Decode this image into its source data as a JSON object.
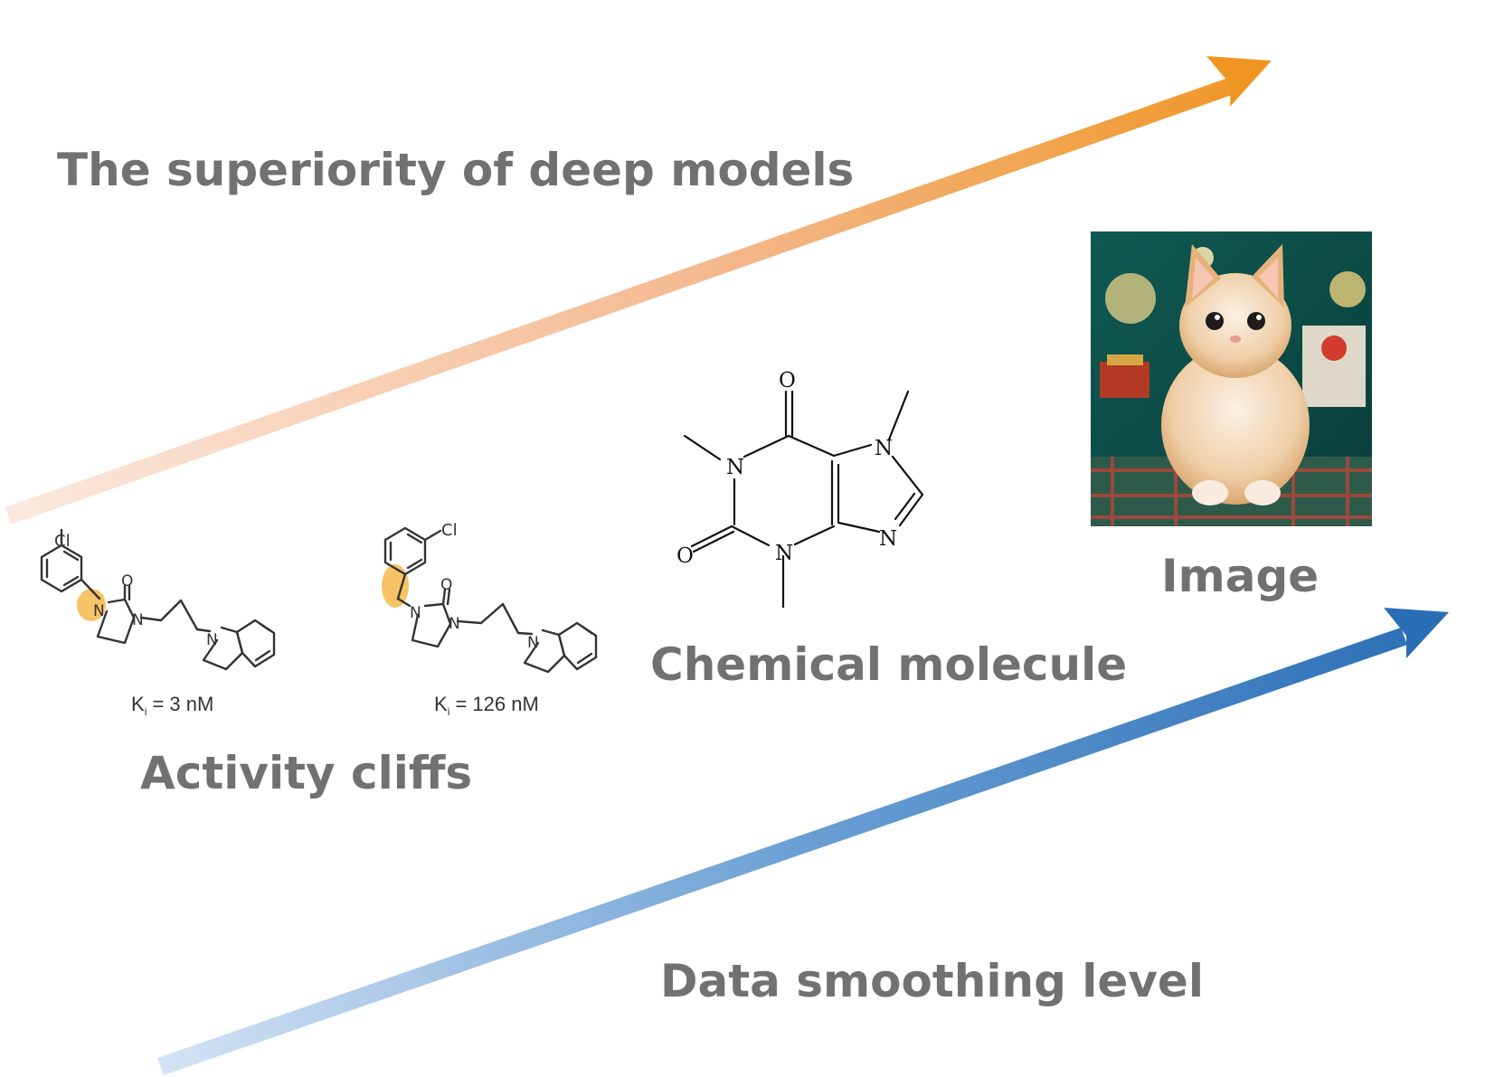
{
  "labels": {
    "top_arrow": "The superiority of deep models",
    "bottom_arrow": "Data smoothing level",
    "activity_cliffs": "Activity cliffs",
    "chemical_molecule": "Chemical molecule",
    "image": "Image"
  },
  "activity_cliff_molecules": [
    {
      "ki_prefix": "K",
      "ki_sub": "i",
      "ki_value": " = 3 nM",
      "substituent": "Cl",
      "atoms": [
        "N",
        "O",
        "N",
        "N"
      ]
    },
    {
      "ki_prefix": "K",
      "ki_sub": "i",
      "ki_value": " = 126 nM",
      "substituent": "Cl",
      "atoms": [
        "N",
        "O",
        "N",
        "N"
      ]
    }
  ],
  "caffeine_atoms": {
    "o_top": "O",
    "o_left": "O",
    "n1": "N",
    "n3": "N",
    "n7": "N",
    "n9": "N"
  },
  "colors": {
    "top_arrow_start": "#fbe9df",
    "top_arrow_end": "#ef9622",
    "bottom_arrow_start": "#d3e3f4",
    "bottom_arrow_end": "#2a6eb6",
    "label_gray": "#717171",
    "highlight": "#f4b84c"
  }
}
